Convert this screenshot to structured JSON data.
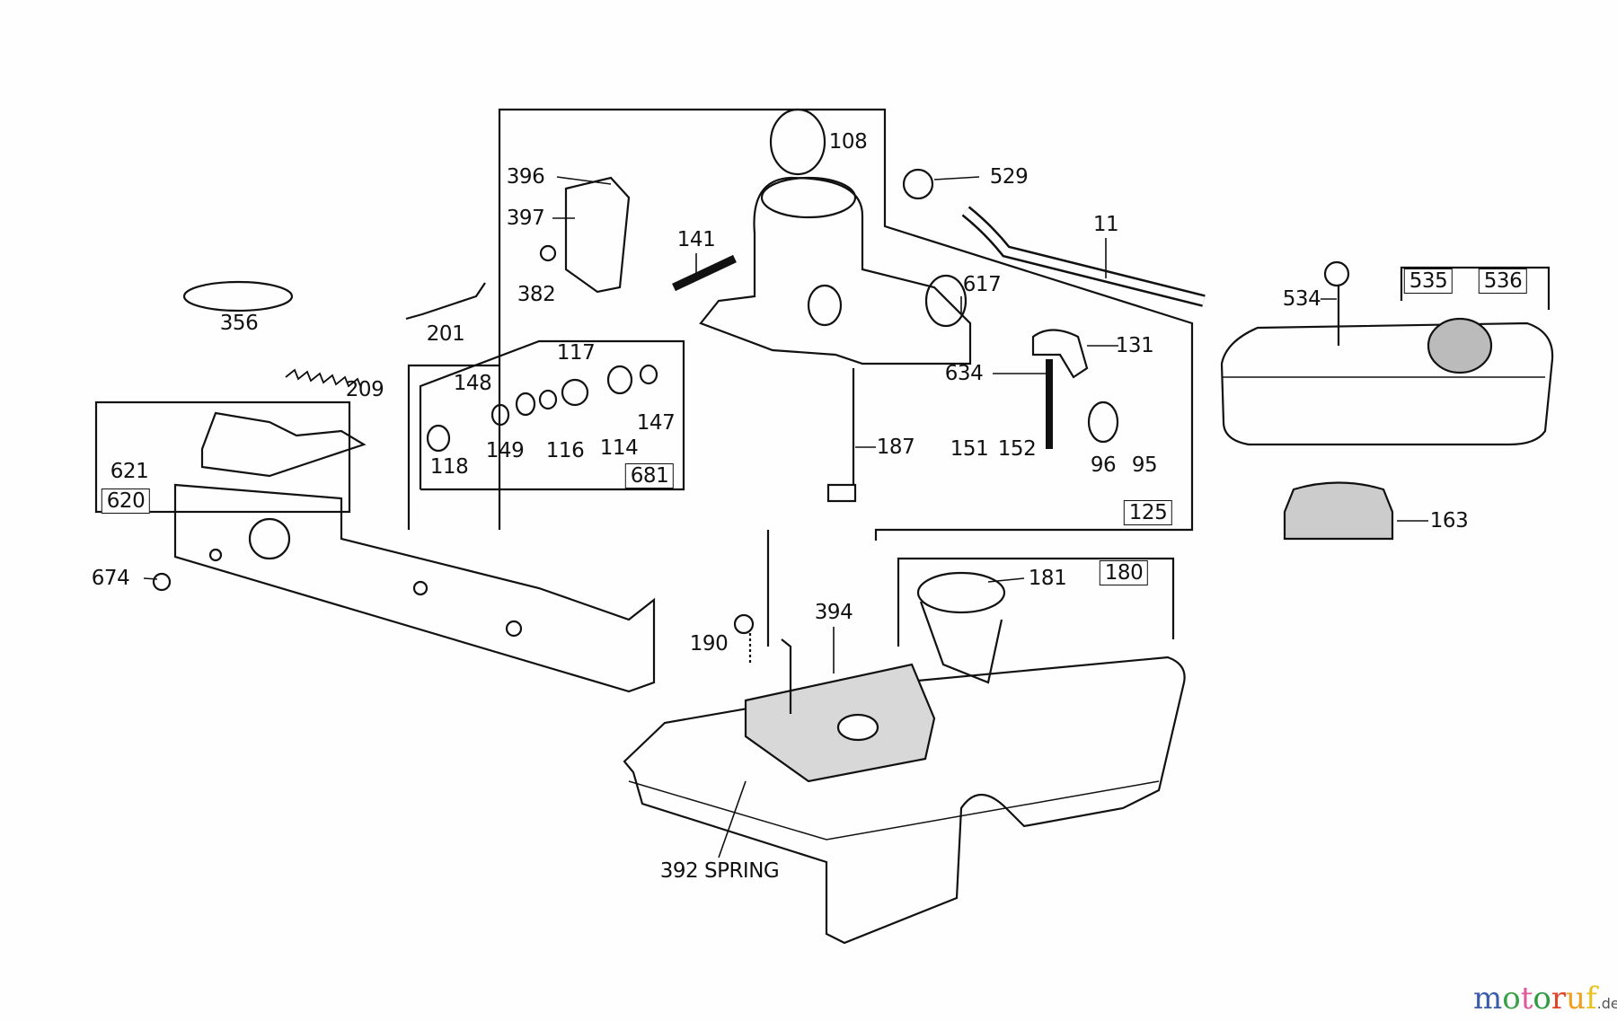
{
  "diagram": {
    "part_labels": [
      {
        "id": "108",
        "text": "108"
      },
      {
        "id": "396",
        "text": "396"
      },
      {
        "id": "529",
        "text": "529"
      },
      {
        "id": "397",
        "text": "397"
      },
      {
        "id": "11",
        "text": "11"
      },
      {
        "id": "141",
        "text": "141"
      },
      {
        "id": "534",
        "text": "534"
      },
      {
        "id": "617",
        "text": "617"
      },
      {
        "id": "382",
        "text": "382"
      },
      {
        "id": "356",
        "text": "356"
      },
      {
        "id": "201",
        "text": "201"
      },
      {
        "id": "131",
        "text": "131"
      },
      {
        "id": "117",
        "text": "117"
      },
      {
        "id": "634",
        "text": "634"
      },
      {
        "id": "148",
        "text": "148"
      },
      {
        "id": "209",
        "text": "209"
      },
      {
        "id": "147",
        "text": "147"
      },
      {
        "id": "187",
        "text": "187"
      },
      {
        "id": "151",
        "text": "151"
      },
      {
        "id": "152",
        "text": "152"
      },
      {
        "id": "149",
        "text": "149"
      },
      {
        "id": "116",
        "text": "116"
      },
      {
        "id": "114",
        "text": "114"
      },
      {
        "id": "118",
        "text": "118"
      },
      {
        "id": "621",
        "text": "621"
      },
      {
        "id": "96",
        "text": "96"
      },
      {
        "id": "95",
        "text": "95"
      },
      {
        "id": "163",
        "text": "163"
      },
      {
        "id": "181",
        "text": "181"
      },
      {
        "id": "674",
        "text": "674"
      },
      {
        "id": "394",
        "text": "394"
      },
      {
        "id": "190",
        "text": "190"
      },
      {
        "id": "392",
        "text": "392 SPRING"
      }
    ],
    "group_labels": [
      {
        "id": "535",
        "text": "535"
      },
      {
        "id": "536",
        "text": "536"
      },
      {
        "id": "681",
        "text": "681"
      },
      {
        "id": "620",
        "text": "620"
      },
      {
        "id": "125",
        "text": "125"
      },
      {
        "id": "180",
        "text": "180"
      }
    ]
  },
  "watermark": {
    "letters": [
      {
        "ch": "m",
        "color": "#3b5bab"
      },
      {
        "ch": "o",
        "color": "#3aa04a"
      },
      {
        "ch": "t",
        "color": "#e05a9a"
      },
      {
        "ch": "o",
        "color": "#2f9a3f"
      },
      {
        "ch": "r",
        "color": "#e0452a"
      },
      {
        "ch": "u",
        "color": "#f0a020"
      },
      {
        "ch": "f",
        "color": "#e8c020"
      }
    ],
    "tld": ".de"
  }
}
